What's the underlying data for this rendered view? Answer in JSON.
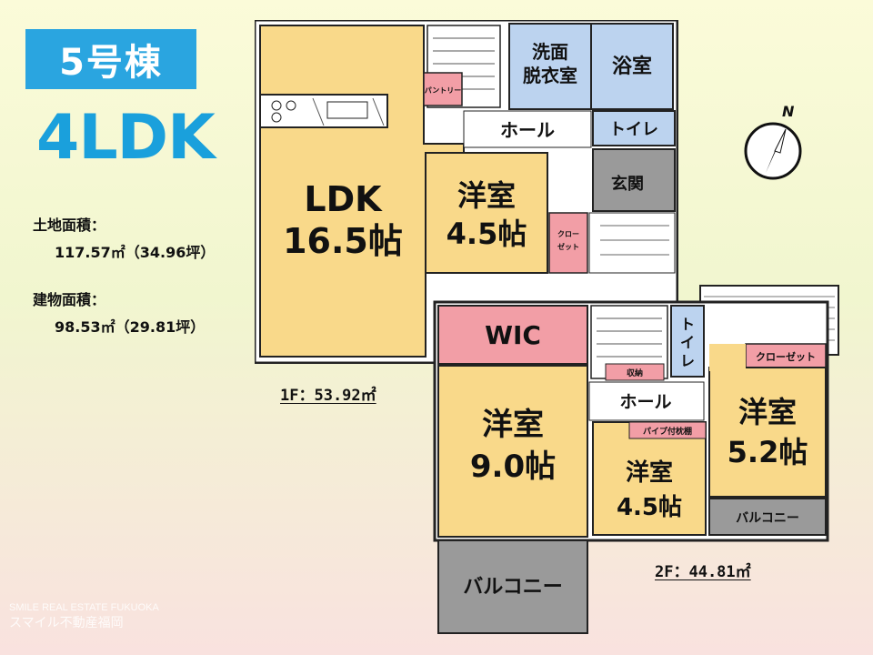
{
  "building": "5号棟",
  "layout_type": "4LDK",
  "land_area": {
    "label": "土地面積：",
    "value": "117.57㎡（34.96坪）"
  },
  "building_area": {
    "label": "建物面積：",
    "value": "98.53㎡（29.81坪）"
  },
  "floor1": {
    "area_label": "1F：53.92㎡",
    "rooms": {
      "ldk": [
        "LDK",
        "16.5帖"
      ],
      "western": [
        "洋室",
        "4.5帖"
      ],
      "pantry": "パントリー",
      "washroom": [
        "洗面",
        "脱衣室"
      ],
      "bath": "浴室",
      "hall": "ホール",
      "toilet": "トイレ",
      "entrance": "玄関",
      "closet": [
        "クロー",
        "ゼット"
      ]
    }
  },
  "floor2": {
    "area_label": "2F：44.81㎡",
    "rooms": {
      "wic": "WIC",
      "western_large": [
        "洋室",
        "9.0帖"
      ],
      "western_mid": [
        "洋室",
        "4.5帖"
      ],
      "western_right": [
        "洋室",
        "5.2帖"
      ],
      "hall": "ホール",
      "toilet": [
        "ト",
        "イ",
        "レ"
      ],
      "storage": "収納",
      "pipe_shelf": "パイプ付枕棚",
      "closet": "クローゼット",
      "balcony_main": "バルコニー",
      "balcony_small": "バルコニー"
    }
  },
  "compass_label": "N",
  "watermark": [
    "SMILE REAL ESTATE FUKUOKA",
    "スマイル不動産福岡"
  ],
  "colors": {
    "room_yellow": "#f9d98a",
    "wet_blue": "#bcd3ef",
    "pink": "#f29ea6",
    "gray": "#9a9a9a",
    "badge_blue": "#2aa5e0"
  }
}
